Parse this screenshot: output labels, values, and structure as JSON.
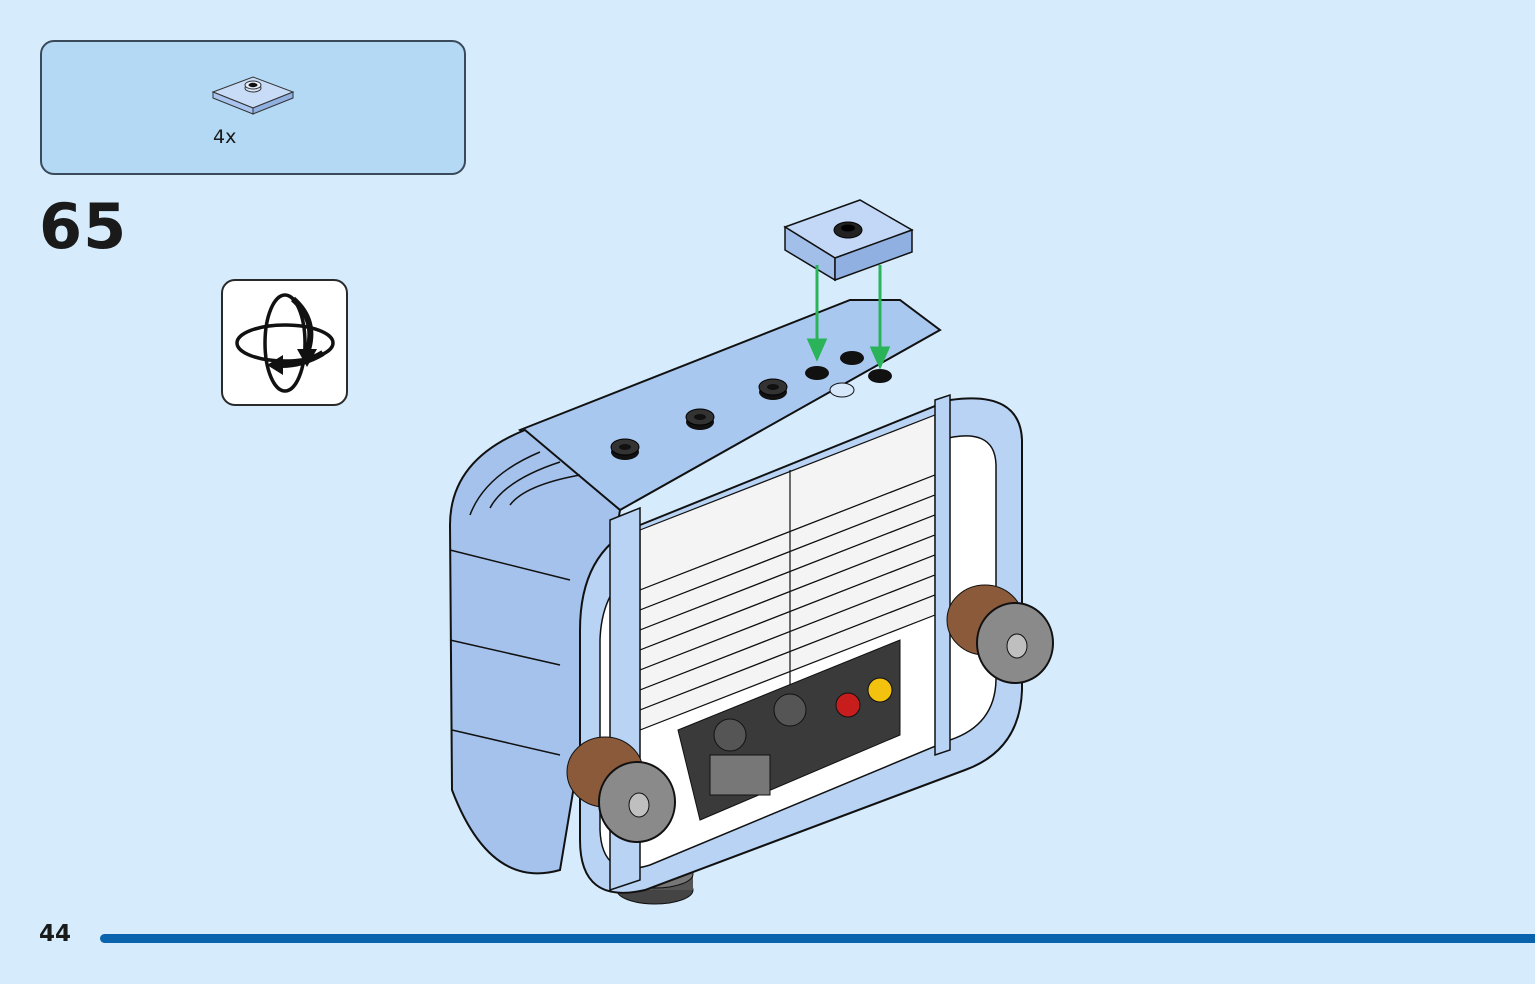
{
  "parts_list": {
    "quantity": "4x"
  },
  "step": {
    "number": "65"
  },
  "page": {
    "number": "44"
  },
  "icons": {
    "rotate": "rotate-model-icon",
    "part": "plate-1x1-with-stud-icon"
  },
  "colors": {
    "background": "#d6ecfc",
    "parts_box": "#b3d9f5",
    "brick": "#a9c8f0",
    "arrow": "#2bb35a",
    "bar": "#0a64ad"
  }
}
